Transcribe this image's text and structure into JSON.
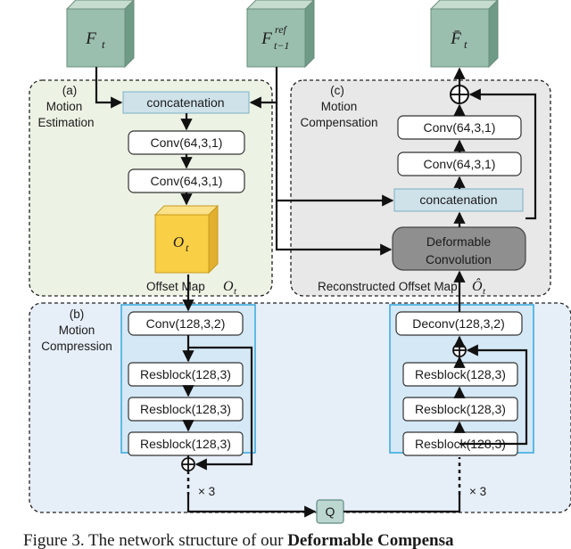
{
  "inputs": {
    "ft": {
      "base": "F",
      "sub": "t"
    },
    "fref": {
      "base": "F",
      "sub": "t−1",
      "sup": "ref"
    },
    "fbar": {
      "base": "F̄",
      "sub": "t"
    }
  },
  "regions": {
    "estimation": {
      "tag": "(a)",
      "line1": "Motion",
      "line2": "Estimation"
    },
    "compensation": {
      "tag": "(c)",
      "line1": "Motion",
      "line2": "Compensation"
    },
    "compression": {
      "tag": "(b)",
      "line1": "Motion",
      "line2": "Compression"
    }
  },
  "estimation_boxes": {
    "concat": "concatenation",
    "conv1": "Conv(64,3,1)",
    "conv2": "Conv(64,3,1)"
  },
  "offset": {
    "base": "O",
    "sub": "t",
    "label": "Offset Map",
    "label_base": "O",
    "label_sub": "t"
  },
  "compensation_boxes": {
    "conv1": "Conv(64,3,1)",
    "conv2": "Conv(64,3,1)",
    "concat": "concatenation",
    "deform1": "Deformable",
    "deform2": "Convolution",
    "reconstructed_label": "Reconstructed Offset Map",
    "recon_base": "Ô",
    "recon_sub": "t"
  },
  "encoder_boxes": {
    "conv": "Conv(128,3,2)",
    "res1": "Resblock(128,3)",
    "res2": "Resblock(128,3)",
    "res3": "Resblock(128,3)",
    "repeat": "× 3"
  },
  "decoder_boxes": {
    "deconv": "Deconv(128,3,2)",
    "res1": "Resblock(128,3)",
    "res2": "Resblock(128,3)",
    "res3": "Resblock(128,3)",
    "repeat": "× 3"
  },
  "quantizer": "Q",
  "caption": {
    "prefix": "Figure 3. The network structure of our ",
    "bold": "Deformable Compensa"
  },
  "colors": {
    "cube_face": "#9bbfae",
    "cube_top": "#c5dccf",
    "cube_side": "#6f9a85",
    "offset_face": "#f9cf45",
    "offset_top": "#fbe28a",
    "offset_side": "#e2b02e",
    "estimation_bg": "#edf3e4",
    "compensation_bg": "#e8e8e8",
    "compression_bg": "#e6eef8",
    "concat_fill": "#cfe2ea",
    "deform_fill": "#8f8f8f",
    "stack_fill": "#d4e8f6",
    "stack_border": "#35a9de",
    "q_fill": "#bcd7d0"
  }
}
